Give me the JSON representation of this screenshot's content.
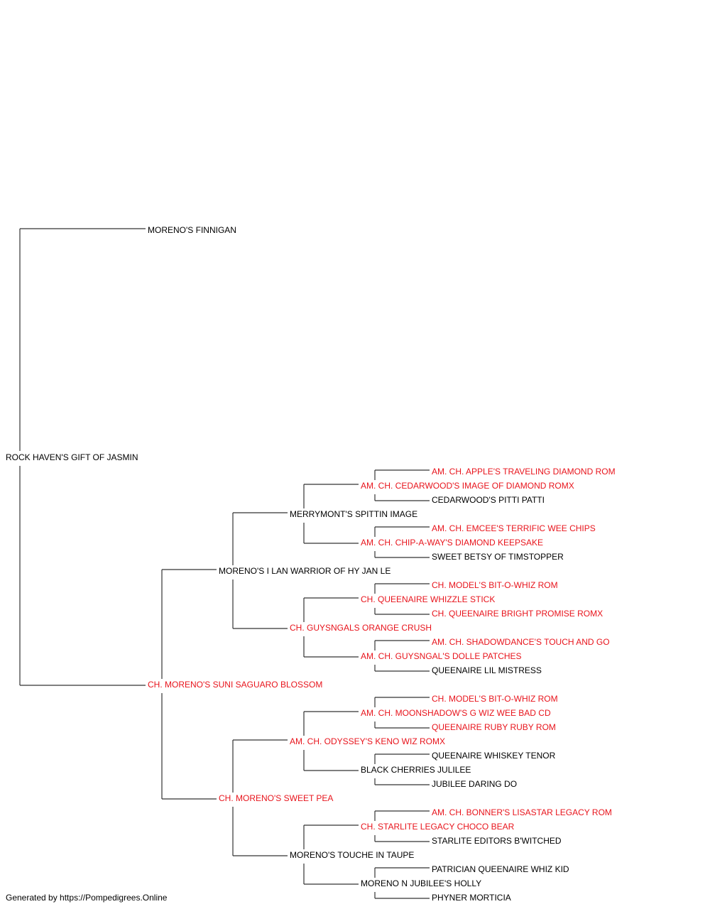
{
  "pedigree": {
    "subject": {
      "name": "ROCK HAVEN'S GIFT OF JASMIN",
      "champion": false
    },
    "sire": {
      "name": "MORENO'S FINNIGAN",
      "champion": false
    },
    "dam": {
      "name": "CH. MORENO'S SUNI SAGUARO BLOSSOM",
      "champion": true
    },
    "dam_sire": {
      "name": "MORENO'S I LAN WARRIOR OF HY JAN LE",
      "champion": false
    },
    "dam_dam": {
      "name": "CH. MORENO'S SWEET PEA",
      "champion": true
    },
    "dam_sire_sire": {
      "name": "MERRYMONT'S SPITTIN IMAGE",
      "champion": false
    },
    "dam_sire_dam": {
      "name": "CH. GUYSNGALS ORANGE CRUSH",
      "champion": true
    },
    "dam_dam_sire": {
      "name": "AM. CH. ODYSSEY'S KENO WIZ ROMX",
      "champion": true
    },
    "dam_dam_dam": {
      "name": "MORENO'S TOUCHE IN TAUPE",
      "champion": false
    },
    "gen4": [
      {
        "name": "AM. CH. CEDARWOOD'S IMAGE OF DIAMOND ROMX",
        "champion": true
      },
      {
        "name": "AM. CH. CHIP-A-WAY'S DIAMOND KEEPSAKE",
        "champion": true
      },
      {
        "name": "CH. QUEENAIRE WHIZZLE STICK",
        "champion": true
      },
      {
        "name": "AM. CH. GUYSNGAL'S DOLLE PATCHES",
        "champion": true
      },
      {
        "name": "AM. CH. MOONSHADOW'S G WIZ WEE BAD CD",
        "champion": true
      },
      {
        "name": "BLACK CHERRIES JULILEE",
        "champion": false
      },
      {
        "name": "CH. STARLITE LEGACY CHOCO BEAR",
        "champion": true
      },
      {
        "name": "MORENO N JUBILEE'S HOLLY",
        "champion": false
      }
    ],
    "gen5": [
      {
        "name": "AM. CH. APPLE'S TRAVELING DIAMOND ROM",
        "champion": true
      },
      {
        "name": "CEDARWOOD'S PITTI PATTI",
        "champion": false
      },
      {
        "name": "AM. CH. EMCEE'S TERRIFIC WEE CHIPS",
        "champion": true
      },
      {
        "name": "SWEET BETSY OF TIMSTOPPER",
        "champion": false
      },
      {
        "name": "CH. MODEL'S BIT-O-WHIZ ROM",
        "champion": true
      },
      {
        "name": "CH. QUEENAIRE BRIGHT PROMISE ROMX",
        "champion": true
      },
      {
        "name": "AM. CH. SHADOWDANCE'S TOUCH AND GO",
        "champion": true
      },
      {
        "name": "QUEENAIRE LIL MISTRESS",
        "champion": false
      },
      {
        "name": "CH. MODEL'S BIT-O-WHIZ ROM",
        "champion": true
      },
      {
        "name": "QUEENAIRE RUBY RUBY ROM",
        "champion": true
      },
      {
        "name": "QUEENAIRE WHISKEY TENOR",
        "champion": false
      },
      {
        "name": "JUBILEE DARING DO",
        "champion": false
      },
      {
        "name": "AM. CH. BONNER'S LISASTAR LEGACY ROM",
        "champion": true
      },
      {
        "name": "STARLITE EDITORS B'WITCHED",
        "champion": false
      },
      {
        "name": "PATRICIAN QUEENAIRE WHIZ KID",
        "champion": false
      },
      {
        "name": "PHYNER MORTICIA",
        "champion": false
      }
    ]
  },
  "colors": {
    "champion": "#e8141c",
    "normal": "#000000",
    "line": "#333333"
  },
  "footer": "Generated by https://Pompedigrees.Online"
}
